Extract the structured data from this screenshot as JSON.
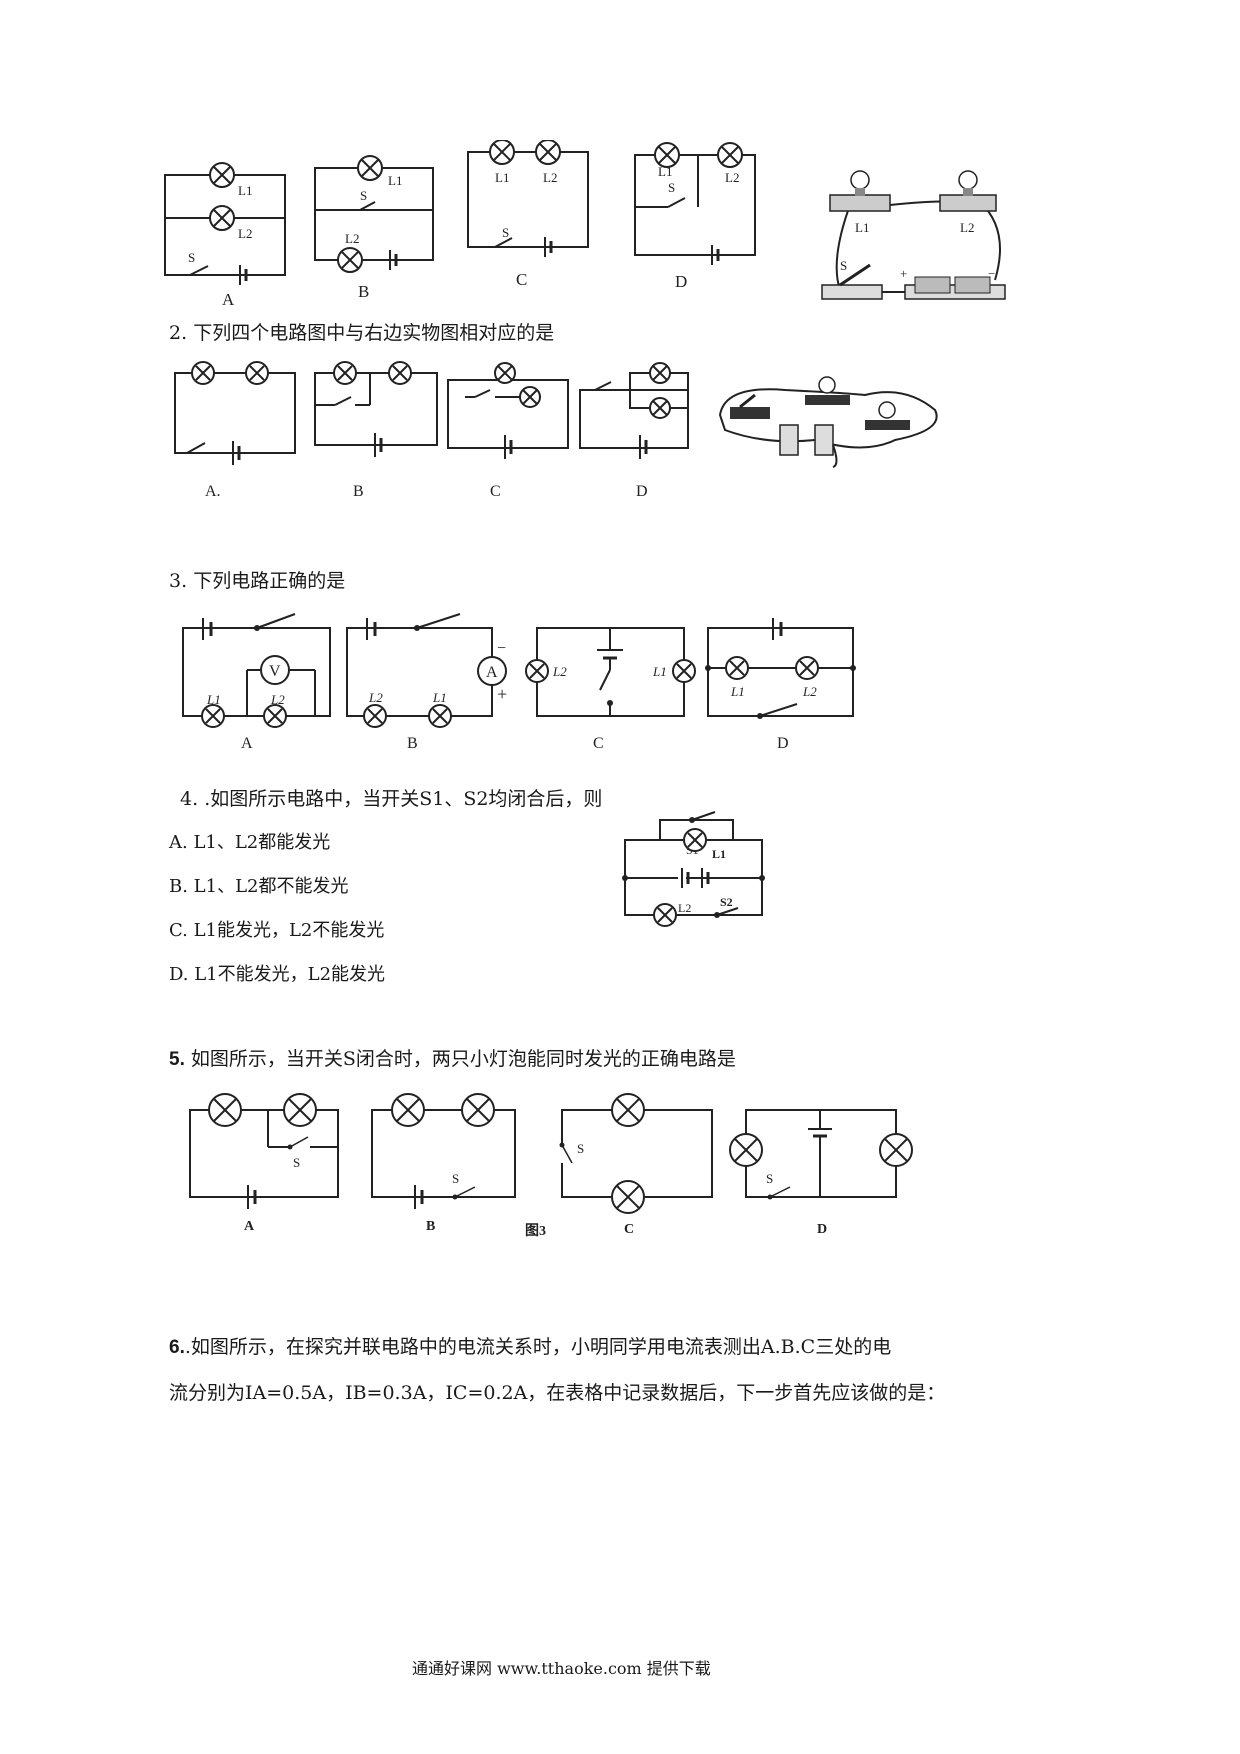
{
  "q1": {
    "labels": [
      "A",
      "B",
      "C",
      "D"
    ],
    "lamp1": "L1",
    "lamp2": "L2",
    "switch": "S",
    "photo": {
      "lamp1": "L1",
      "lamp2": "L2",
      "switch": "S",
      "plus": "+",
      "minus": "−"
    }
  },
  "q2": {
    "number": "2.",
    "text": "下列四个电路图中与右边实物图相对应的是",
    "labels": [
      "A.",
      "B",
      "C",
      "D"
    ]
  },
  "q3": {
    "number": "3.",
    "text": "下列电路正确的是",
    "labels": [
      "A",
      "B",
      "C",
      "D"
    ],
    "voltmeter": "V",
    "ammeter": "A",
    "plus": "+",
    "minus": "−",
    "lamp1": "L1",
    "lamp2": "L2"
  },
  "q4": {
    "number": "4.",
    "text": ".如图所示电路中，当开关S1、S2均闭合后，则",
    "options": [
      "A. L1、L2都能发光",
      "B. L1、L2都不能发光",
      "C. L1能发光，L2不能发光",
      "D. L1不能发光，L2能发光"
    ],
    "fig": {
      "s1": "S1",
      "s2": "S2",
      "l1": "L1",
      "l2": "L2"
    }
  },
  "q5": {
    "number": "5.",
    "text": "如图所示，当开关S闭合时，两只小灯泡能同时发光的正确电路是",
    "labels": [
      "A",
      "B",
      "C",
      "D"
    ],
    "switch": "S",
    "figcaption": "图3"
  },
  "q6": {
    "number": "6.",
    "line1": ".如图所示，在探究并联电路中的电流关系时，小明同学用电流表测出A.B.C三处的电",
    "line2": "流分别为IA=0.5A，IB=0.3A，IC=0.2A，在表格中记录数据后，下一步首先应该做的是："
  },
  "footer": {
    "text": "通通好课网  www.tthaoke.com  提供下载"
  }
}
